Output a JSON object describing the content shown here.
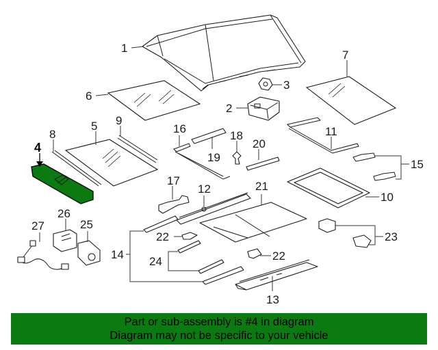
{
  "highlight_color": "#0b7a10",
  "callouts": {
    "c1": "1",
    "c2": "2",
    "c3": "3",
    "c4": "4",
    "c5": "5",
    "c6": "6",
    "c7": "7",
    "c8": "8",
    "c9": "9",
    "c10": "10",
    "c11": "11",
    "c12": "12",
    "c13": "13",
    "c14": "14",
    "c15": "15",
    "c16": "16",
    "c17": "17",
    "c18": "18",
    "c19": "19",
    "c20": "20",
    "c21": "21",
    "c22a": "22",
    "c22b": "22",
    "c23": "23",
    "c24": "24",
    "c25": "25",
    "c26": "26",
    "c27": "27"
  },
  "banner": {
    "line1": "Part or sub-assembly is #4 in diagram",
    "line2": "Diagram may not be specific to your vehicle"
  }
}
